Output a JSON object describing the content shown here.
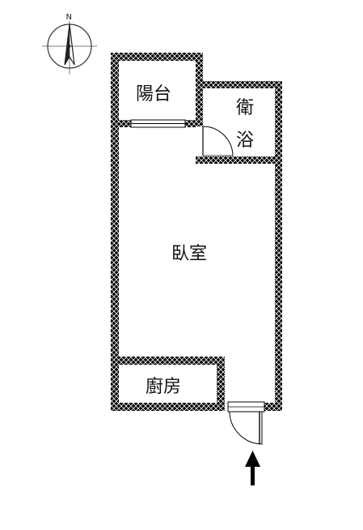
{
  "compass": {
    "north_label": "N",
    "icon": "compass-icon"
  },
  "rooms": {
    "balcony": "陽台",
    "bath_line1": "衛",
    "bath_line2": "浴",
    "bedroom": "臥室",
    "kitchen": "廚房"
  },
  "entrance": {
    "icon": "entrance-arrow-icon"
  },
  "colors": {
    "wall": "#000000",
    "wall_hatch": "#ffffff",
    "window": "#ffffff",
    "background": "#ffffff"
  }
}
